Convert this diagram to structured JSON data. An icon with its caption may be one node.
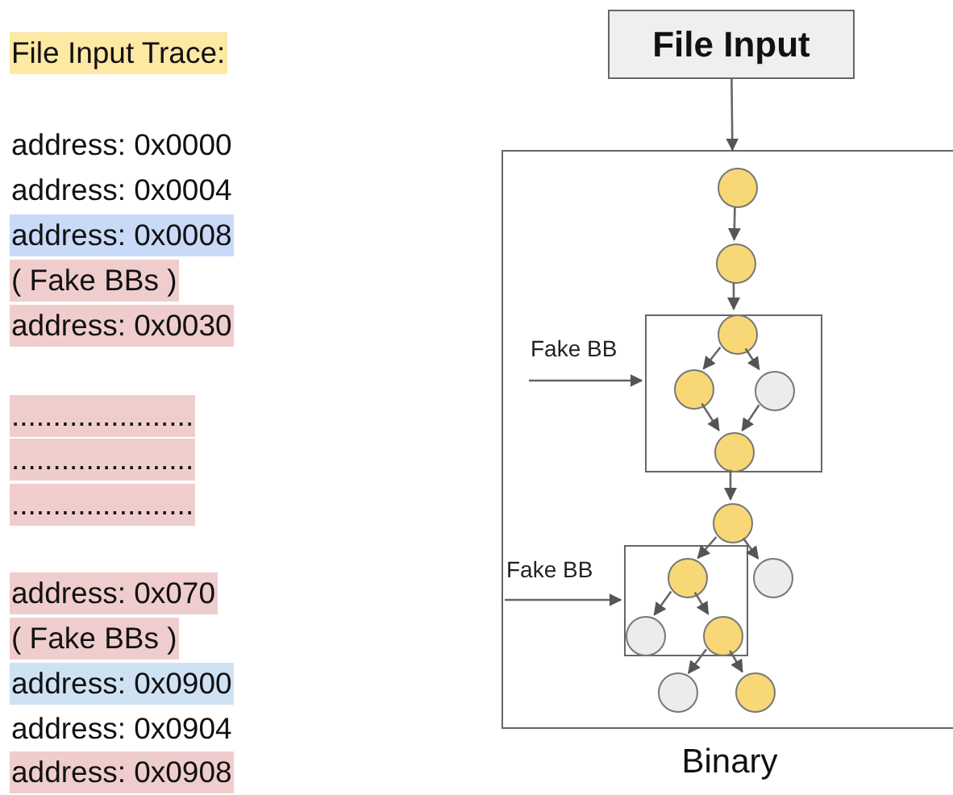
{
  "diagram": {
    "nodes": [
      {
        "text": [
          "File Input"
        ]
      },
      {
        "text": [
          "Binary"
        ]
      },
      {
        "text": [],
        "shape": "circle",
        "in": 1
      },
      {
        "text": [],
        "shape": "circle",
        "in": 1
      },
      {
        "text": [
          "Fake BB"
        ],
        "in": 1
      },
      {
        "text": [],
        "shape": "box",
        "in": 1
      },
      {
        "text": [],
        "shape": "circle",
        "in": 5
      },
      {
        "text": [],
        "shape": "circle",
        "in": 5
      },
      {
        "text": [],
        "shape": "circle",
        "in": 5
      },
      {
        "text": [],
        "shape": "circle",
        "in": 5
      },
      {
        "text": [],
        "shape": "circle",
        "in": 1
      },
      {
        "text": [
          "Fake BB"
        ],
        "in": 1
      },
      {
        "text": [],
        "shape": "box",
        "in": 1
      },
      {
        "text": [],
        "shape": "circle",
        "in": 12
      },
      {
        "text": [],
        "shape": "circle",
        "in": 1
      },
      {
        "text": [],
        "shape": "circle",
        "in": 12
      },
      {
        "text": [],
        "shape": "circle",
        "in": 12
      },
      {
        "text": [],
        "shape": "circle",
        "in": 1
      },
      {
        "text": [],
        "shape": "circle",
        "in": 1
      }
    ],
    "edges": [
      {
        "from": 0,
        "to": 1,
        "arrow": "to"
      },
      {
        "from": 2,
        "to": 3,
        "arrow": "to"
      },
      {
        "from": 3,
        "to": 6,
        "arrow": "to"
      },
      {
        "from": 4,
        "to": 5,
        "arrow": "to"
      },
      {
        "from": 6,
        "to": 7,
        "arrow": "to"
      },
      {
        "from": 6,
        "to": 8,
        "arrow": "to"
      },
      {
        "from": 7,
        "to": 9,
        "arrow": "to"
      },
      {
        "from": 8,
        "to": 9,
        "arrow": "to"
      },
      {
        "from": 9,
        "to": 10,
        "arrow": "to"
      },
      {
        "from": 11,
        "to": 12,
        "arrow": "to"
      },
      {
        "from": 10,
        "to": 13,
        "arrow": "to"
      },
      {
        "from": 10,
        "to": 14,
        "arrow": "to"
      },
      {
        "from": 13,
        "to": 15,
        "arrow": "to"
      },
      {
        "from": 13,
        "to": 16,
        "arrow": "to"
      },
      {
        "from": 16,
        "to": 17,
        "arrow": "to"
      },
      {
        "from": 16,
        "to": 18,
        "arrow": "to"
      }
    ],
    "labels": [
      "File Input Trace:",
      "address: 0x0000",
      "address: 0x0004",
      "address: 0x0008",
      "( Fake BBs )",
      "address: 0x0030",
      "......................",
      "......................",
      "......................",
      "address: 0x070",
      "( Fake BBs )",
      "address: 0x0900",
      "address: 0x0904",
      "address: 0x0908"
    ]
  }
}
